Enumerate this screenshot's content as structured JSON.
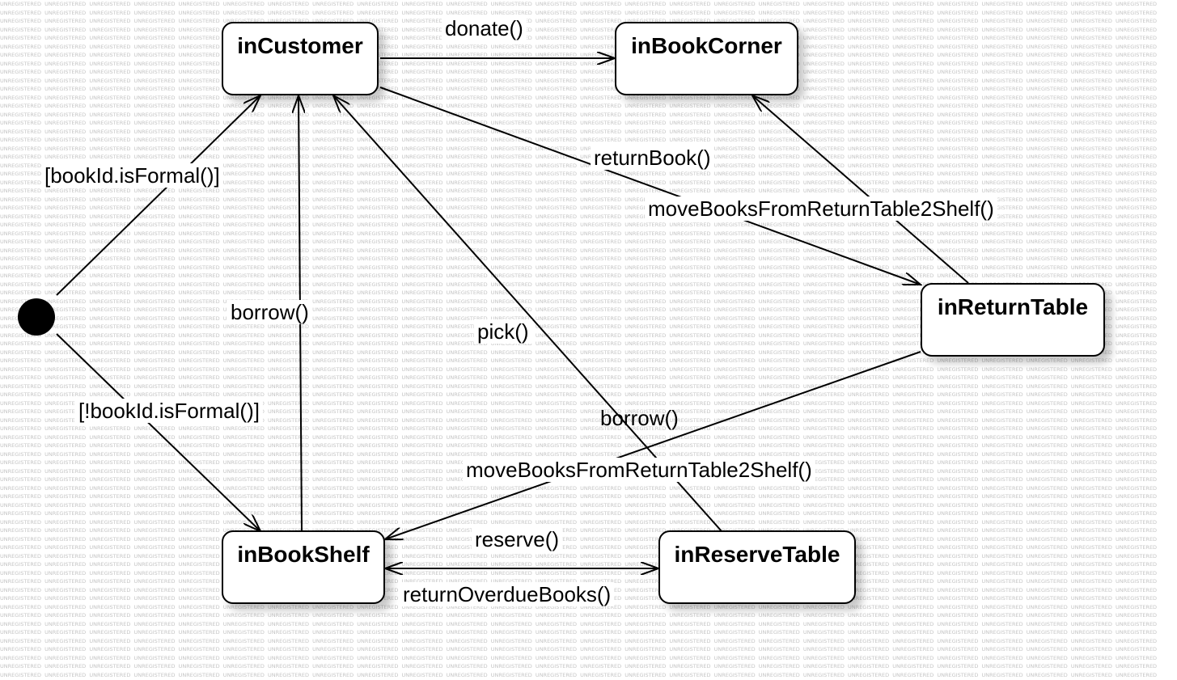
{
  "watermark": "UNREGISTERED",
  "states": {
    "inCustomer": "inCustomer",
    "inBookCorner": "inBookCorner",
    "inReturnTable": "inReturnTable",
    "inBookShelf": "inBookShelf",
    "inReserveTable": "inReserveTable"
  },
  "transitions": {
    "donate": "donate()",
    "returnBook": "returnBook()",
    "moveBooksUpper": "moveBooksFromReturnTable2Shelf()",
    "bookIdFormal": "[bookId.isFormal()]",
    "borrowLeft": "borrow()",
    "pick": "pick()",
    "bookIdNotFormal": "[!bookId.isFormal()]",
    "borrowRight": "borrow()",
    "moveBooksLower": "moveBooksFromReturnTable2Shelf()",
    "reserve": "reserve()",
    "returnOverdue": "returnOverdueBooks()"
  }
}
